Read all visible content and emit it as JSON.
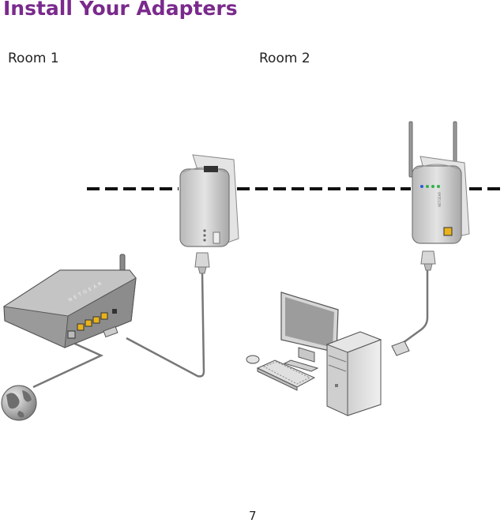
{
  "page": {
    "title": "Install Your Adapters",
    "room1_label": "Room 1",
    "room2_label": "Room 2",
    "page_number": "7"
  },
  "colors": {
    "title": "#7a2a8c",
    "led_green": "#35b04a",
    "led_blue": "#2a5bd7",
    "ethernet_port": "#e8b21c"
  },
  "icons": [
    "router",
    "powerline-adapter",
    "wifi-powerline-extender",
    "globe",
    "desktop-computer",
    "monitor",
    "keyboard",
    "mouse"
  ]
}
